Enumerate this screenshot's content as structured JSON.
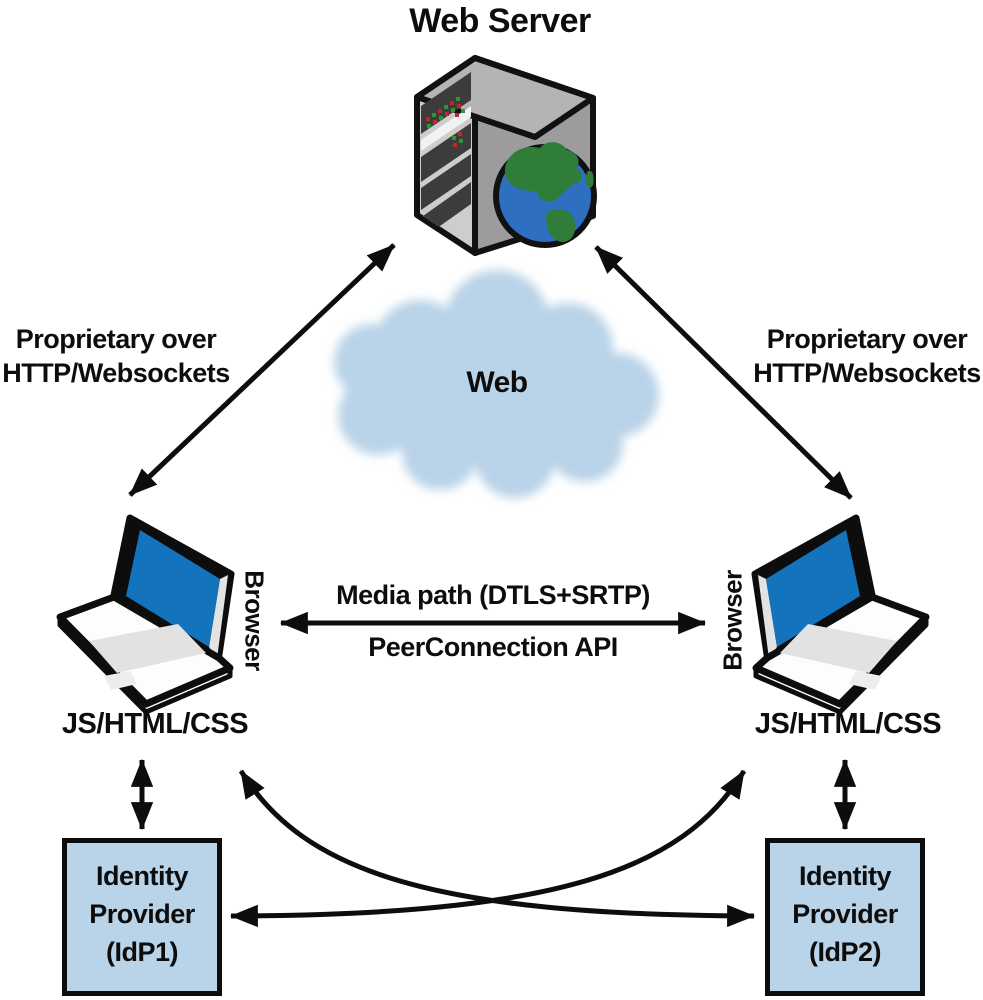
{
  "nodes": {
    "web_server": {
      "label": "Web Server"
    },
    "cloud": {
      "label": "Web"
    },
    "browser_left": {
      "label": "Browser",
      "stack_label": "JS/HTML/CSS"
    },
    "browser_right": {
      "label": "Browser",
      "stack_label": "JS/HTML/CSS"
    },
    "idp1": {
      "line1": "Identity",
      "line2": "Provider",
      "line3": "(IdP1)"
    },
    "idp2": {
      "line1": "Identity",
      "line2": "Provider",
      "line3": "(IdP2)"
    }
  },
  "edges": {
    "signaling_left": {
      "line1": "Proprietary over",
      "line2": "HTTP/Websockets"
    },
    "signaling_right": {
      "line1": "Proprietary over",
      "line2": "HTTP/Websockets"
    },
    "media_path": {
      "label_top": "Media path (DTLS+SRTP)",
      "label_bottom": "PeerConnection API"
    }
  },
  "colors": {
    "node_fill_blue": "#b9d3e8",
    "laptop_screen_blue": "#1473bd",
    "globe_ocean_blue": "#2f6fc1",
    "globe_land_green": "#2f7d38",
    "arrow_black": "#0d0d0d",
    "server_gray_light": "#cdcdcd",
    "server_gray_dark": "#9c9c9c"
  }
}
